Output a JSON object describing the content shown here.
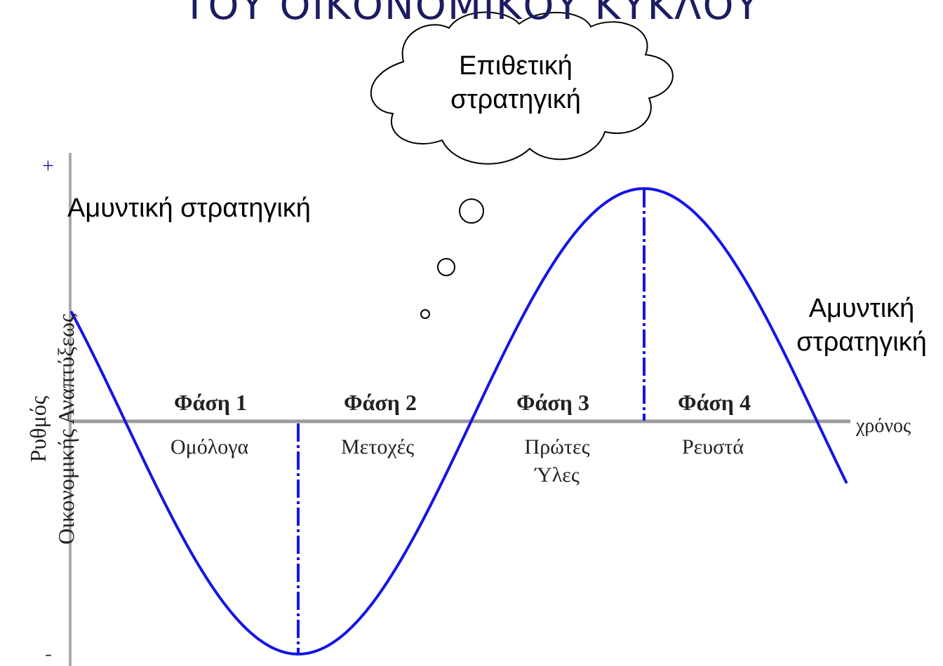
{
  "title": "ΤΟΥ ΟΙΚΟΝΟΜΙΚΟΥ ΚΥΚΛΟΥ",
  "thought_bubble": {
    "line1": "Επιθετική",
    "line2": "στρατηγική"
  },
  "defensive_left": "Αμυντική στρατηγική",
  "defensive_right": {
    "line1": "Αμυντική",
    "line2": "στρατηγική"
  },
  "axes": {
    "y_plus": "+",
    "y_minus": "-",
    "y_label_line1": "Ρυθμός",
    "y_label_line2": "Οικονομικής Αναπτύξεως",
    "x_label": "χρόνος"
  },
  "phases": [
    {
      "name": "Φάση 1",
      "asset": "Ομόλογα"
    },
    {
      "name": "Φάση 2",
      "asset": "Μετοχές"
    },
    {
      "name": "Φάση 3",
      "asset": "Πρώτες",
      "asset_line2": "Ύλες"
    },
    {
      "name": "Φάση 4",
      "asset": "Ρευστά"
    }
  ],
  "colors": {
    "curve": "#1414e6",
    "axis": "#9a9a9a",
    "title": "#1c1c63"
  }
}
